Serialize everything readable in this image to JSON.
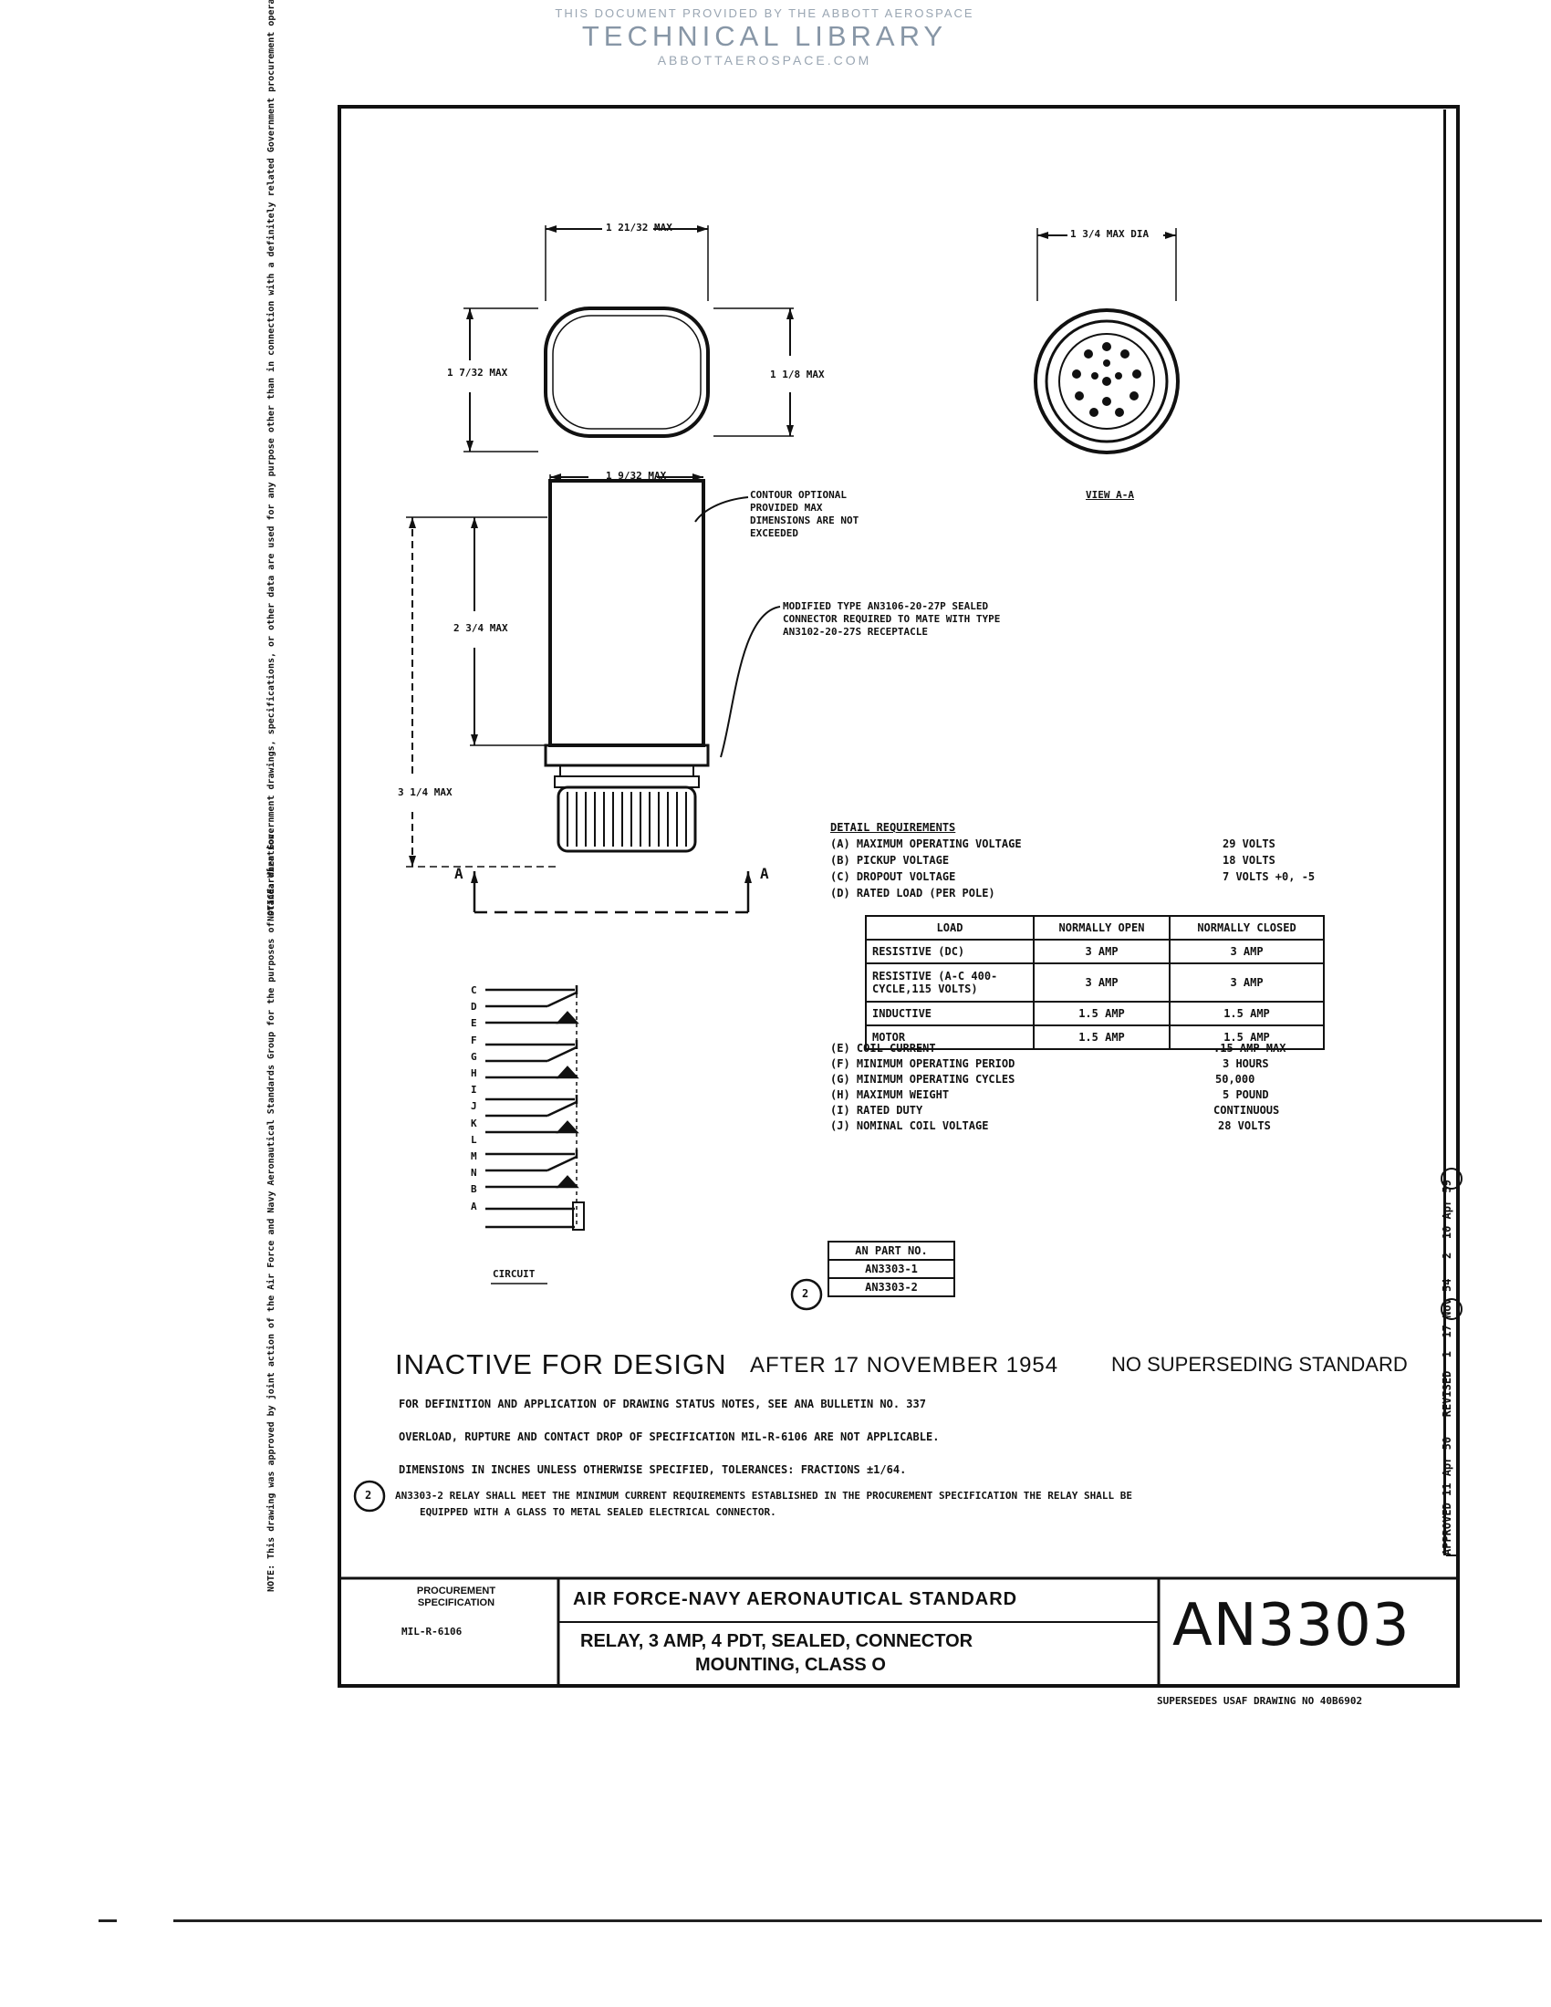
{
  "watermark": {
    "line1": "THIS DOCUMENT PROVIDED BY THE ABBOTT AEROSPACE",
    "line2": "TECHNICAL LIBRARY",
    "line3": "ABBOTTAEROSPACE.COM"
  },
  "drawing": {
    "dim_width": "1 21/32 MAX",
    "dim_height_left": "1 7/32 MAX",
    "dim_height_right": "1 1/8 MAX",
    "dim_dia": "1 3/4 MAX DIA",
    "dim_body_width": "1 9/32 MAX",
    "dim_body_height": "2 3/4 MAX",
    "dim_overall": "3 1/4 MAX",
    "contour_note": "CONTOUR OPTIONAL PROVIDED MAX DIMENSIONS ARE NOT EXCEEDED",
    "connector_note": "MODIFIED TYPE AN3106-20-27P SEALED CONNECTOR REQUIRED TO MATE WITH TYPE AN3102-20-27S RECEPTACLE",
    "view_label": "VIEW A-A",
    "section_mark": "A",
    "circuit_label": "CIRCUIT",
    "circuit_pins": [
      "C",
      "D",
      "E",
      "F",
      "G",
      "H",
      "I",
      "J",
      "K",
      "L",
      "M",
      "N",
      "B",
      "A"
    ]
  },
  "requirements": {
    "heading": "DETAIL REQUIREMENTS",
    "items_top": [
      {
        "key": "(A)",
        "label": "MAXIMUM OPERATING VOLTAGE",
        "value": "29 VOLTS"
      },
      {
        "key": "(B)",
        "label": "PICKUP VOLTAGE",
        "value": "18 VOLTS"
      },
      {
        "key": "(C)",
        "label": "DROPOUT VOLTAGE",
        "value": "7 VOLTS +0, -5"
      },
      {
        "key": "(D)",
        "label": "RATED LOAD (PER POLE)",
        "value": ""
      }
    ],
    "load_table": {
      "headers": [
        "LOAD",
        "NORMALLY OPEN",
        "NORMALLY CLOSED"
      ],
      "rows": [
        [
          "RESISTIVE (DC)",
          "3 AMP",
          "3 AMP"
        ],
        [
          "RESISTIVE (A-C 400-CYCLE,115 VOLTS)",
          "3 AMP",
          "3 AMP"
        ],
        [
          "INDUCTIVE",
          "1.5 AMP",
          "1.5 AMP"
        ],
        [
          "MOTOR",
          "1.5 AMP",
          "1.5 AMP"
        ]
      ]
    },
    "items_bottom": [
      {
        "key": "(E)",
        "label": "COIL CURRENT",
        "value": ".15 AMP MAX"
      },
      {
        "key": "(F)",
        "label": "MINIMUM OPERATING PERIOD",
        "value": "3 HOURS"
      },
      {
        "key": "(G)",
        "label": "MINIMUM OPERATING CYCLES",
        "value": "50,000"
      },
      {
        "key": "(H)",
        "label": "MAXIMUM WEIGHT",
        "value": "5 POUND"
      },
      {
        "key": "(I)",
        "label": "RATED DUTY",
        "value": "CONTINUOUS"
      },
      {
        "key": "(J)",
        "label": "NOMINAL COIL VOLTAGE",
        "value": "28 VOLTS"
      }
    ]
  },
  "parts": {
    "header": "AN PART NO.",
    "rows": [
      "AN3303-1",
      "AN3303-2"
    ],
    "revision_mark": "2"
  },
  "status": {
    "inactive_a": "INACTIVE FOR DESIGN",
    "inactive_b": "AFTER 17 NOVEMBER 1954",
    "no_superseding": "NO SUPERSEDING STANDARD"
  },
  "notes": {
    "n1": "FOR DEFINITION AND APPLICATION OF DRAWING STATUS NOTES, SEE ANA BULLETIN NO. 337",
    "n2": "OVERLOAD, RUPTURE AND CONTACT DROP OF SPECIFICATION MIL-R-6106 ARE NOT APPLICABLE.",
    "n3": "DIMENSIONS IN INCHES UNLESS OTHERWISE SPECIFIED, TOLERANCES: FRACTIONS ±1/64.",
    "n4_mark": "2",
    "n4a": "AN3303-2 RELAY SHALL MEET THE MINIMUM CURRENT REQUIREMENTS ESTABLISHED IN THE PROCUREMENT SPECIFICATION THE RELAY SHALL BE",
    "n4b": "EQUIPPED WITH A GLASS TO METAL SEALED ELECTRICAL CONNECTOR."
  },
  "title_block": {
    "proc_spec_label": "PROCUREMENT SPECIFICATION",
    "proc_spec_value": "MIL-R-6106",
    "standard": "AIR FORCE-NAVY AERONAUTICAL STANDARD",
    "title_line1": "RELAY, 3 AMP, 4 PDT, SEALED, CONNECTOR",
    "title_line2": "MOUNTING, CLASS O",
    "number": "AN3303",
    "supersedes": "SUPERSEDES USAF DRAWING NO 40B6902"
  },
  "revision_strip": {
    "approved": "APPROVED 11 Apr 50",
    "revised": "REVISED",
    "rev1_mark": "1",
    "rev1_date": "17 Nov 54",
    "rev2_mark": "2",
    "rev2_date": "10 Apr 59"
  },
  "side_notice": {
    "notice": "NOTICE: When Government drawings, specifications, or other data are used for any purpose other than in connection with a definitely related Government procurement operation, the United States Government thereby incurs no responsibility nor any obligation whatsoever.",
    "note": "NOTE: This drawing was approved by joint action of the Air Force and Navy Aeronautical Standards Group for the purposes of standardization."
  }
}
